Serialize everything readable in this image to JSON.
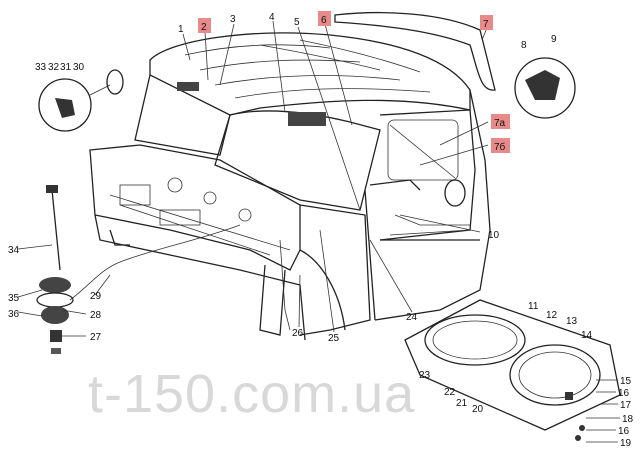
{
  "watermark": "t-150.com.ua",
  "colors": {
    "highlight": "#e88a8a",
    "line": "#222222",
    "watermark": "#cfcfcf"
  },
  "callouts": {
    "n1": "1",
    "n2": "2",
    "n3": "3",
    "n4": "4",
    "n5": "5",
    "n6": "6",
    "n7": "7",
    "n8": "8",
    "n9": "9",
    "n10": "10",
    "n11": "11",
    "n12": "12",
    "n13": "13",
    "n14": "14",
    "n15": "15",
    "n16a": "16",
    "n16b": "16",
    "n17": "17",
    "n18": "18",
    "n19": "19",
    "n20": "20",
    "n21": "21",
    "n22": "22",
    "n23": "23",
    "n24": "24",
    "n25": "25",
    "n26": "26",
    "n27": "27",
    "n28": "28",
    "n29": "29",
    "n30": "30",
    "n31": "31",
    "n32": "32",
    "n33": "33",
    "n34": "34",
    "n35": "35",
    "n36": "36",
    "n7a": "7a",
    "n7b": "7б"
  },
  "highlighted": [
    "2",
    "6",
    "7",
    "7a",
    "7б"
  ]
}
